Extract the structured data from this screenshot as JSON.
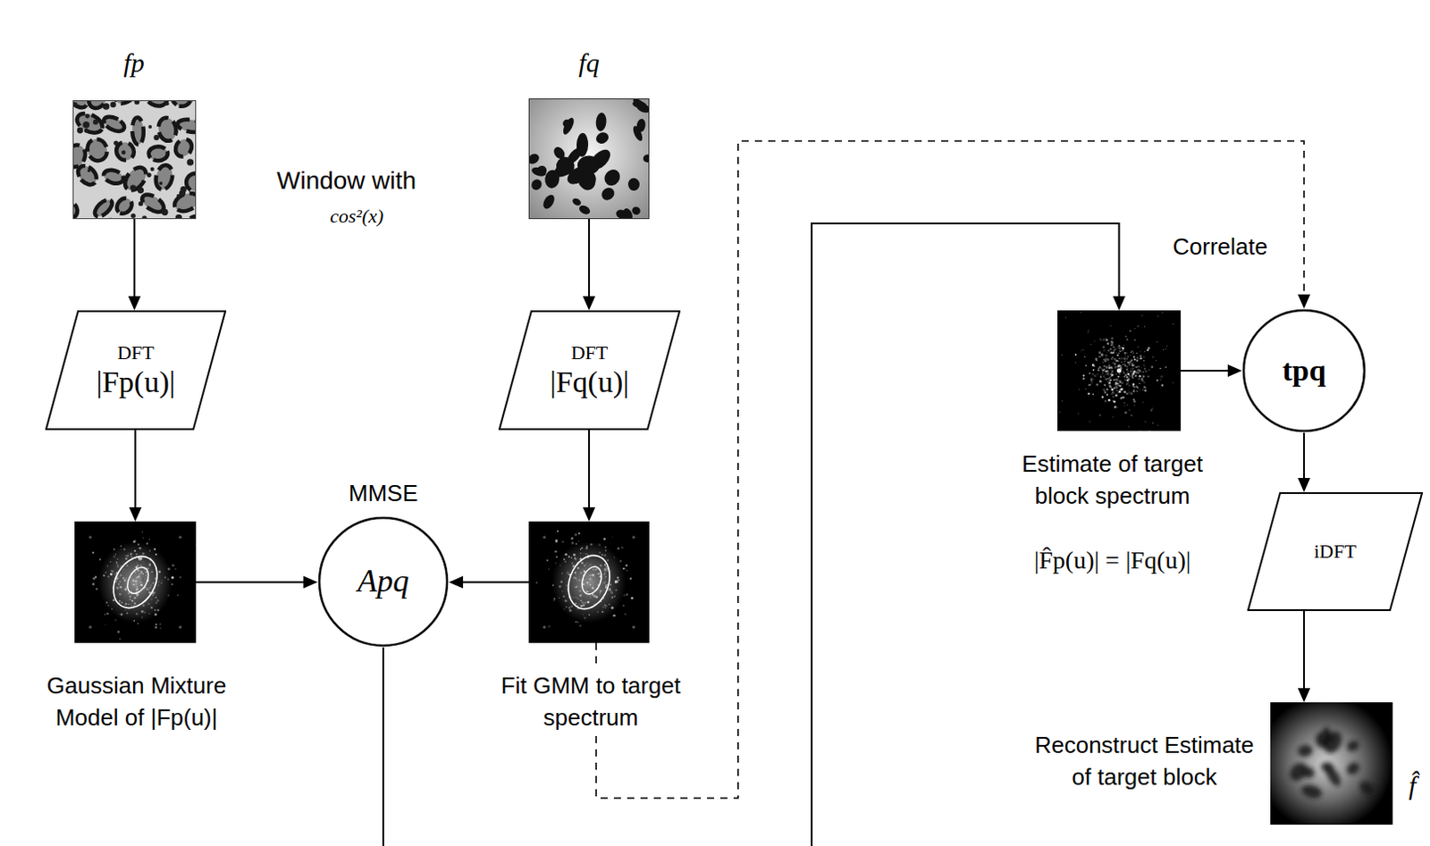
{
  "diagram": {
    "nodes": [
      {
        "text": [
          "fp"
        ]
      },
      {
        "text": [
          "fq"
        ]
      },
      {
        "text": [
          "DFT",
          "|Fp(u)|"
        ]
      },
      {
        "text": [
          "DFT",
          "|Fq(u)|"
        ]
      },
      {
        "text": [
          "Gaussian Mixture Model of |Fp(u)|"
        ]
      },
      {
        "text": [
          "MMSE",
          "Apq"
        ]
      },
      {
        "text": [
          "Fit GMM to target spectrum"
        ]
      },
      {
        "text": [
          "Estimate of target block spectrum",
          "|F̂p(u)| = |Fq(u)|"
        ]
      },
      {
        "text": [
          "tpq"
        ]
      },
      {
        "text": [
          "iDFT"
        ]
      },
      {
        "text": [
          "Reconstruct Estimate of target block"
        ]
      }
    ],
    "edges": [
      {
        "from": 0,
        "to": 2,
        "arrow": "to"
      },
      {
        "from": 1,
        "to": 3,
        "arrow": "to"
      },
      {
        "from": 2,
        "to": 4,
        "arrow": "to"
      },
      {
        "from": 3,
        "to": 6,
        "arrow": "to"
      },
      {
        "from": 4,
        "to": 5,
        "arrow": "to"
      },
      {
        "from": 6,
        "to": 5,
        "arrow": "to"
      },
      {
        "from": 5,
        "to": 7,
        "arrow": "to"
      },
      {
        "from": 6,
        "to": 8,
        "arrow": "to"
      },
      {
        "from": 7,
        "to": 8,
        "arrow": "to"
      },
      {
        "from": 8,
        "to": 9,
        "arrow": "to"
      },
      {
        "from": 9,
        "to": 10,
        "arrow": "to"
      }
    ],
    "labels": [
      "Window with",
      "cos²(x)",
      "Correlate",
      "f̂"
    ]
  }
}
